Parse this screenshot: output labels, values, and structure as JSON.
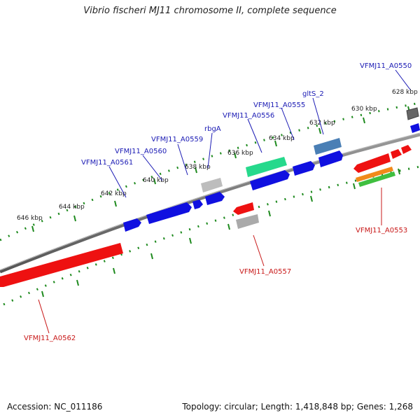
{
  "title": "Vibrio fischeri MJ11 chromosome II, complete sequence",
  "footer": {
    "accession": "Accession: NC_011186",
    "topology": "Topology: circular; Length: 1,418,848 bp; Genes: 1,268"
  },
  "tick_labels": [
    "628 kbp",
    "630 kbp",
    "632 kbp",
    "634 kbp",
    "636 kbp",
    "638 kbp",
    "640 kbp",
    "642 kbp",
    "644 kbp",
    "646 kbp"
  ],
  "gene_labels": {
    "top": [
      "VFMJ11_A0550",
      "gltS_2",
      "VFMJ11_A0555",
      "VFMJ11_A0556",
      "rbgA",
      "VFMJ11_A0559",
      "VFMJ11_A0560",
      "VFMJ11_A0561"
    ],
    "bottom": [
      "VFMJ11_A0553",
      "VFMJ11_A0557",
      "VFMJ11_A0562"
    ]
  },
  "colors": {
    "forward_strand": "#1010e0",
    "reverse_strand": "#ee1111",
    "forward_label": "#1a1ab4",
    "reverse_label": "#c81818",
    "backbone": "#777777",
    "tick": "#1e8a1e"
  }
}
